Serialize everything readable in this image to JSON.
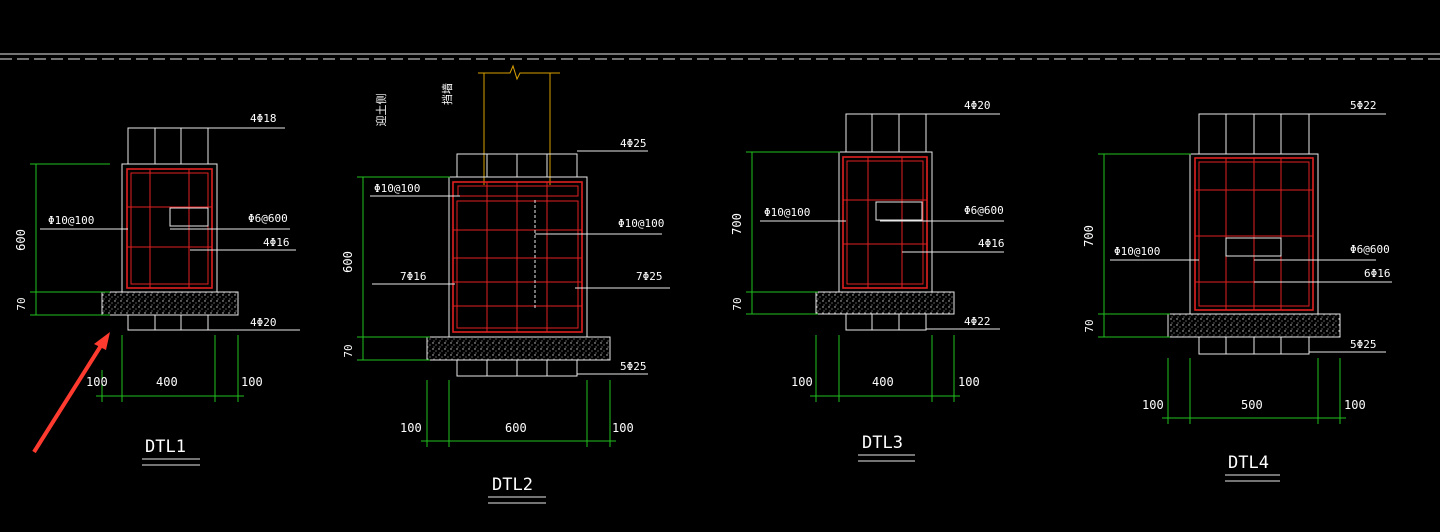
{
  "colors": {
    "background": "#000000",
    "outline": "#e8e8e8",
    "rebar": "#e02020",
    "dimension": "#20c020",
    "wall": "#d9a000",
    "arrow": "#ff3b30"
  },
  "annotations": {
    "soil_side": "迎土侧",
    "retaining_wall": "挡墙"
  },
  "beams": [
    {
      "title": "DTL1",
      "top_bar": "4Φ18",
      "stirrup": "Φ10@100",
      "tie": "Φ6@600",
      "side_bar": "4Φ16",
      "bottom_bar": "4Φ20",
      "height_dim": "600",
      "base_dim": "70",
      "left_dim": "100",
      "width_dim": "400",
      "right_dim": "100"
    },
    {
      "title": "DTL2",
      "top_bar": "4Φ25",
      "stirrup": "Φ10@100",
      "stirrup_right": "Φ10@100",
      "side_bar": "7Φ16",
      "side_bar_right": "7Φ25",
      "bottom_bar": "5Φ25",
      "height_dim": "600",
      "base_dim": "70",
      "left_dim": "100",
      "width_dim": "600",
      "right_dim": "100"
    },
    {
      "title": "DTL3",
      "top_bar": "4Φ20",
      "stirrup": "Φ10@100",
      "tie": "Φ6@600",
      "side_bar": "4Φ16",
      "bottom_bar": "4Φ22",
      "height_dim": "700",
      "base_dim": "70",
      "left_dim": "100",
      "width_dim": "400",
      "right_dim": "100"
    },
    {
      "title": "DTL4",
      "top_bar": "5Φ22",
      "stirrup": "Φ10@100",
      "tie": "Φ6@600",
      "side_bar": "6Φ16",
      "bottom_bar": "5Φ25",
      "height_dim": "700",
      "base_dim": "70",
      "left_dim": "100",
      "width_dim": "500",
      "right_dim": "100"
    }
  ]
}
